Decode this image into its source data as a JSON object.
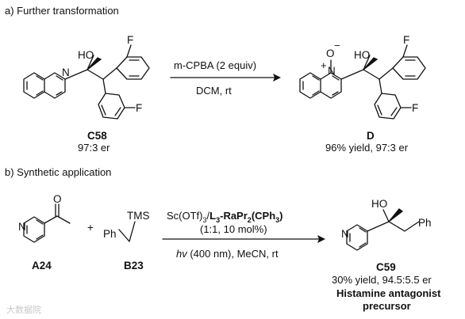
{
  "section_a": {
    "heading": "a) Further transformation",
    "reagent_top": "m-CPBA (2 equiv)",
    "reagent_bottom": "DCM, rt",
    "start": {
      "id": "C58",
      "er": "97:3 er"
    },
    "product": {
      "id": "D",
      "result": "96% yield, 97:3 er"
    }
  },
  "section_b": {
    "heading": "b) Synthetic application",
    "conditions_line1_prefix": "Sc(OTf)",
    "conditions_line1_sub": "3",
    "conditions_line1_slash": "/",
    "conditions_line1_ligand": "L",
    "conditions_line1_ligand_sub": "3",
    "conditions_line1_ligand_rest": "-RaPr",
    "conditions_line1_ligand_sub2": "2",
    "conditions_line1_ligand_tail": "(CPh",
    "conditions_line1_ligand_sub3": "3",
    "conditions_line1_ligand_close": ")",
    "conditions_line2": "(1:1, 10 mol%)",
    "conditions_line3_hv": "hv",
    "conditions_line3_rest": " (400 nm), MeCN, rt",
    "plus": "+",
    "reactant1": {
      "id": "A24"
    },
    "reactant2": {
      "id": "B23"
    },
    "product": {
      "id": "C59",
      "result": "30% yield, 94.5:5.5 er",
      "note_line1": "Histamine antagonist",
      "note_line2": "precursor"
    }
  },
  "atoms": {
    "N": "N",
    "HO": "HO",
    "F": "F",
    "O": "O",
    "plus_charge": "+",
    "minus_charge": "−",
    "TMS": "TMS",
    "Ph": "Ph"
  },
  "watermark": "大数据院"
}
